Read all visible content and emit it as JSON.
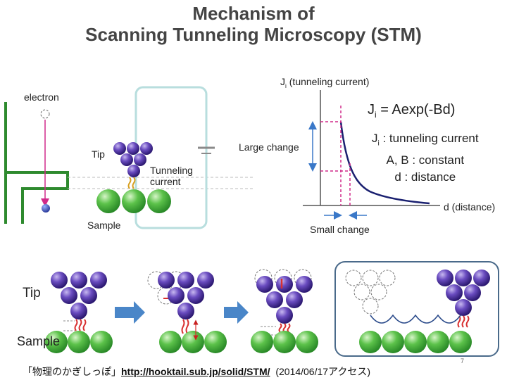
{
  "title_line1": "Mechanism of",
  "title_line2": "Scanning Tunneling Microscopy (STM)",
  "labels": {
    "electron": "electron",
    "tip_top": "Tip",
    "tunneling_current": "Tunneling current",
    "sample_top": "Sample",
    "large_change": "Large change",
    "small_change": "Small change",
    "axis_y_prefix": "J",
    "axis_y_sub": "i",
    "axis_y_rest": " (tunneling current)",
    "axis_x": "d (distance)",
    "tip_bottom": "Tip",
    "sample_bottom": "Sample"
  },
  "formula": {
    "prefix": "J",
    "sub": "i",
    "rest": " = Aexp(-Bd)"
  },
  "definitions": {
    "ji_prefix": "J",
    "ji_sub": "i",
    "ji_rest": " : tunneling current",
    "ab": "A, B : constant",
    "d": "d : distance"
  },
  "footer": {
    "source_name": "「物理のかぎしっぽ」",
    "url": "http://hooktail.sub.jp/solid/STM/",
    "date": "(2014/06/17アクセス)"
  },
  "page_number": "7",
  "colors": {
    "tip_atom": "#5a3fa8",
    "sample_atom": "#4cb848",
    "curve": "#1a2070",
    "magenta": "#d02a8a",
    "arrow_blue": "#4a86c8",
    "current_orange": "#d8a020",
    "cantilever_green": "#2e8a2e"
  }
}
